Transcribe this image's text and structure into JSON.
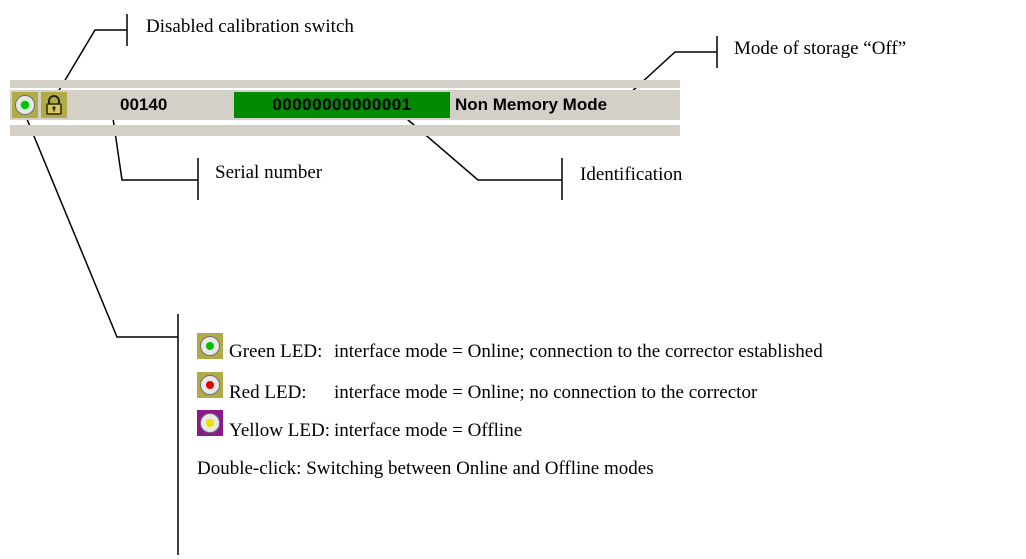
{
  "status_bar": {
    "led_state": "green",
    "lock_icon": "padlock-icon",
    "serial_number": "00140",
    "identification": "00000000000001",
    "storage_mode": "Non Memory Mode",
    "colors": {
      "bar": "#d4d0c8",
      "id_field": "#008a00",
      "id_text": "#000000",
      "icon_bg": "#b0aa48"
    }
  },
  "callouts": {
    "calibration_switch": "Disabled calibration switch",
    "storage_mode": "Mode of storage “Off”",
    "serial_number": "Serial number",
    "identification": "Identification"
  },
  "legend": {
    "items": [
      {
        "icon": "green-led-icon",
        "color": "#00b000",
        "tile": "#b0aa48",
        "label": "Green LED:",
        "description": "interface mode = Online; connection to the corrector established"
      },
      {
        "icon": "red-led-icon",
        "color": "#e00000",
        "tile": "#b0aa48",
        "label": " Red LED:",
        "description": "interface mode = Online; no connection to the corrector"
      },
      {
        "icon": "yellow-led-icon",
        "color": "#e8e000",
        "tile": "#8a1a8a",
        "label": "Yellow LED:",
        "description": "interface mode = Offline"
      }
    ],
    "note": "Double-click: Switching between Online and Offline modes"
  }
}
